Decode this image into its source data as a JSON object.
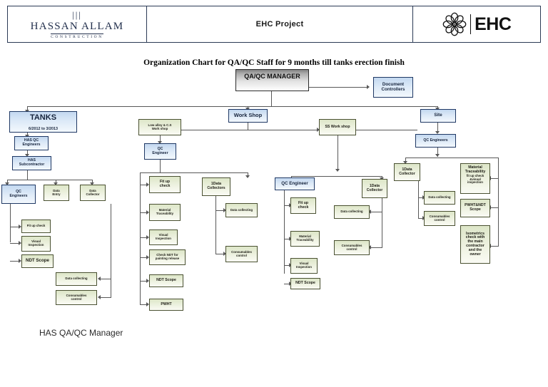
{
  "header": {
    "logo": {
      "mark": "|||",
      "name": "HASSAN ALLAM",
      "sub": "CONSTRUCTION"
    },
    "title": "EHC  Project",
    "brand": {
      "text": "EHC",
      "icon": "flower-logo-icon"
    }
  },
  "chart_title": "Organization Chart for QA/QC Staff for 9 months till tanks erection finish",
  "footer_note": "HAS QA/QC Manager",
  "colors": {
    "blue_fill": "#c3d8f0",
    "blue_border": "#1f3864",
    "green_fill": "#dde6c8",
    "green_border": "#4a5132",
    "grey_fill": "#838383",
    "connector": "#585858",
    "header_border": "#2b3a55"
  },
  "chart_data": {
    "type": "diagram",
    "title": "Organization Chart for QA/QC Staff for 9 months till tanks erection finish",
    "nodes": {
      "manager": {
        "label": "QA/QC MANAGER",
        "style": "grey"
      },
      "document_controllers": {
        "label": "Document\nControllers",
        "style": "blue"
      },
      "tanks": {
        "label": "TANKS",
        "date": "6/2012 to 3/2013",
        "style": "blue"
      },
      "tanks_has_qc_engineers": {
        "label": "HAS QC\nEngineers",
        "style": "blue"
      },
      "tanks_has_subcontractor": {
        "label": "HAS\nSubcontractor",
        "style": "blue"
      },
      "tanks_qc_engineers": {
        "label": "QC\nEngineers",
        "style": "blue"
      },
      "tanks_data_entry": {
        "label": "Data\nEntry",
        "style": "green"
      },
      "tanks_data_collector": {
        "label": "Data\nCollector",
        "style": "green"
      },
      "tanks_fit_up_check": {
        "label": "Fit up check",
        "style": "green"
      },
      "tanks_visual_inspection": {
        "label": "Visual\nInspection",
        "style": "green"
      },
      "tanks_ndt_scope": {
        "label": "NDT Scope",
        "style": "green"
      },
      "tanks_data_collecting": {
        "label": "Data collecting",
        "style": "green"
      },
      "tanks_consumables_control": {
        "label": "Consumables\ncontrol",
        "style": "green"
      },
      "work_shop": {
        "label": "Work Shop",
        "style": "blue"
      },
      "ws_low_alloy": {
        "label": "Low alloy & C.S\nWork shop",
        "style": "green"
      },
      "ws_qc_engineer": {
        "label": "QC\nEngineer",
        "style": "blue"
      },
      "ws_fit_up_check": {
        "label": "Fit up\ncheck",
        "style": "green"
      },
      "ws_material_traceability": {
        "label": "Material\nTraceability",
        "style": "green"
      },
      "ws_visual_inspection": {
        "label": "Visual\nInspection",
        "style": "green"
      },
      "ws_check_ndt": {
        "label": "Check NDT for\npainting release",
        "style": "green"
      },
      "ws_ndt_scope": {
        "label": "NDT Scope",
        "style": "green"
      },
      "ws_pwht": {
        "label": "PWHT",
        "style": "green"
      },
      "ws_data_collectors": {
        "label": "1Data\nCollectors",
        "style": "green"
      },
      "ws_data_collecting": {
        "label": "Data collecting",
        "style": "green"
      },
      "ws_consumables_control": {
        "label": "Consumables\ncontrol",
        "style": "green"
      },
      "ss_work_shop": {
        "label": "SS Work shop",
        "style": "green"
      },
      "ss_qc_engineer": {
        "label": "QC Engineer",
        "style": "blue"
      },
      "ss_fit_up_check": {
        "label": "Fit up\ncheck",
        "style": "green"
      },
      "ss_material_traceability": {
        "label": "Material\nTraceability",
        "style": "green"
      },
      "ss_visual_inspection": {
        "label": "Visual\nInspection",
        "style": "green"
      },
      "ss_ndt_scope": {
        "label": "NDT Scope",
        "style": "green"
      },
      "ss_data_collector": {
        "label": "1Data\nCollector",
        "style": "green"
      },
      "ss_data_collecting": {
        "label": "Data collecting",
        "style": "green"
      },
      "ss_consumables_control": {
        "label": "Consumables\ncontrol",
        "style": "green"
      },
      "site": {
        "label": "Site",
        "style": "blue"
      },
      "site_qc_engineers": {
        "label": "QC Engineers",
        "style": "blue"
      },
      "site_data_collector": {
        "label": "1Data\nCollector",
        "style": "green"
      },
      "site_data_collecting": {
        "label": "Data collecting",
        "style": "green"
      },
      "site_consumables_control": {
        "label": "Consumables\ncontrol",
        "style": "green"
      },
      "site_material_traceability": {
        "label": "Material\nTraceability",
        "sub": "fit up check\n&visual\ninspection",
        "style": "green"
      },
      "site_pwht_ndt_scope": {
        "label": "PWHT&NDT\nScope",
        "style": "green"
      },
      "site_isometrics": {
        "label": "Isometrics\ncheck with\nthe main\ncontractor\nand the\nowner",
        "style": "green"
      }
    },
    "edges": [
      [
        "manager",
        "document_controllers"
      ],
      [
        "manager",
        "tanks"
      ],
      [
        "manager",
        "work_shop"
      ],
      [
        "manager",
        "site"
      ],
      [
        "tanks",
        "tanks_has_qc_engineers"
      ],
      [
        "tanks_has_qc_engineers",
        "tanks_has_subcontractor"
      ],
      [
        "tanks_has_subcontractor",
        "tanks_qc_engineers"
      ],
      [
        "tanks_has_subcontractor",
        "tanks_data_entry"
      ],
      [
        "tanks_has_subcontractor",
        "tanks_data_collector"
      ],
      [
        "tanks_qc_engineers",
        "tanks_fit_up_check"
      ],
      [
        "tanks_qc_engineers",
        "tanks_visual_inspection"
      ],
      [
        "tanks_qc_engineers",
        "tanks_ndt_scope"
      ],
      [
        "tanks_data_collector",
        "tanks_data_collecting"
      ],
      [
        "tanks_data_collector",
        "tanks_consumables_control"
      ],
      [
        "work_shop",
        "ws_low_alloy"
      ],
      [
        "work_shop",
        "ss_work_shop"
      ],
      [
        "ws_low_alloy",
        "ws_qc_engineer"
      ],
      [
        "ws_qc_engineer",
        "ws_fit_up_check"
      ],
      [
        "ws_qc_engineer",
        "ws_material_traceability"
      ],
      [
        "ws_qc_engineer",
        "ws_visual_inspection"
      ],
      [
        "ws_qc_engineer",
        "ws_check_ndt"
      ],
      [
        "ws_qc_engineer",
        "ws_ndt_scope"
      ],
      [
        "ws_qc_engineer",
        "ws_pwht"
      ],
      [
        "ws_qc_engineer",
        "ws_data_collectors"
      ],
      [
        "ws_data_collectors",
        "ws_data_collecting"
      ],
      [
        "ws_data_collectors",
        "ws_consumables_control"
      ],
      [
        "ss_work_shop",
        "ss_qc_engineer"
      ],
      [
        "ss_work_shop",
        "ss_data_collector"
      ],
      [
        "ss_qc_engineer",
        "ss_fit_up_check"
      ],
      [
        "ss_qc_engineer",
        "ss_material_traceability"
      ],
      [
        "ss_qc_engineer",
        "ss_visual_inspection"
      ],
      [
        "ss_qc_engineer",
        "ss_ndt_scope"
      ],
      [
        "ss_data_collector",
        "ss_data_collecting"
      ],
      [
        "ss_data_collector",
        "ss_consumables_control"
      ],
      [
        "site",
        "site_qc_engineers"
      ],
      [
        "site_qc_engineers",
        "site_data_collector"
      ],
      [
        "site_qc_engineers",
        "site_material_traceability"
      ],
      [
        "site_qc_engineers",
        "site_pwht_ndt_scope"
      ],
      [
        "site_qc_engineers",
        "site_isometrics"
      ],
      [
        "site_data_collector",
        "site_data_collecting"
      ],
      [
        "site_data_collector",
        "site_consumables_control"
      ]
    ]
  }
}
